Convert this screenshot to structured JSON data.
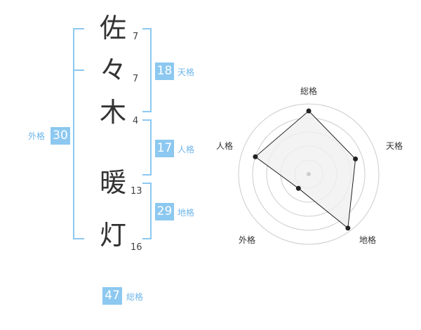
{
  "name": {
    "kanji": [
      "佐",
      "々",
      "木",
      "暖",
      "灯"
    ],
    "strokes": [
      "7",
      "7",
      "4",
      "13",
      "16"
    ]
  },
  "scores": {
    "tenkaku": {
      "value": "18",
      "label": "天格"
    },
    "jinkaku": {
      "value": "17",
      "label": "人格"
    },
    "chikaku": {
      "value": "29",
      "label": "地格"
    },
    "gaikaku": {
      "value": "30",
      "label": "外格"
    },
    "soukaku": {
      "value": "47",
      "label": "総格"
    }
  },
  "radar": {
    "axes": [
      "総格",
      "天格",
      "地格",
      "外格",
      "人格"
    ],
    "levels": [
      0.9,
      0.7,
      0.95,
      0.25,
      0.8
    ],
    "colors": {
      "fill": "#f0f0f0",
      "stroke": "#222222",
      "ring": "#cccccc"
    }
  }
}
